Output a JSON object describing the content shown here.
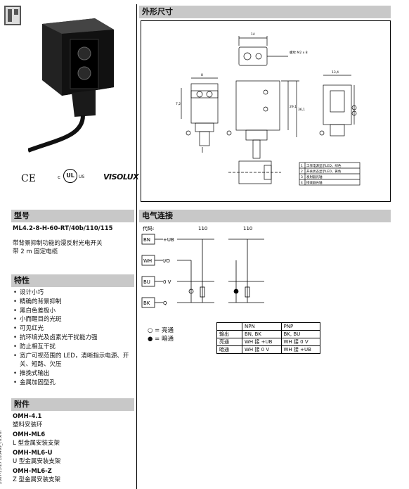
{
  "logos": {
    "ce": "CE",
    "ul": "UL",
    "ul_c": "c",
    "ul_us": "US",
    "visio": "VISOLUX"
  },
  "sections": {
    "dimensions": "外形尺寸",
    "model": "型号",
    "electrical": "电气连接",
    "features": "特性",
    "accessories": "附件"
  },
  "model": {
    "code": "ML4.2-8-H-60-RT/40b/110/115",
    "desc": [
      "带背景抑制功能的漫反射光电开关",
      "带 2 m 固定电缆"
    ]
  },
  "features": [
    "设计小巧",
    "精确的背景抑制",
    "黑白色差极小",
    "小而醒目的光斑",
    "可见红光",
    "抗环境光及卤素光干扰能力强",
    "防止相互干扰",
    "宽广可视范围的 LED，清晰指示电源、开关、短路、欠压",
    "推挽式输出",
    "金属加固型孔"
  ],
  "accessories": [
    {
      "code": "OMH-4.1",
      "desc": "塑料安装环"
    },
    {
      "code": "OMH-ML6",
      "desc": "L 型金属安装支架"
    },
    {
      "code": "OMH-ML6-U",
      "desc": "U 型金属安装支架"
    },
    {
      "code": "OMH-ML6-Z",
      "desc": "Z 型金属安装支架"
    }
  ],
  "side_id": "2007-11-27   183499_cn.xml",
  "drawing": {
    "dim_14": "14",
    "dim_8": "8",
    "dim_13_4": "13,4",
    "dim_7_2": "7,2",
    "dim_29_1": "29,1",
    "dim_36_1": "36,1",
    "thread_note": "螺纹 M2 x 8",
    "legend": [
      {
        "n": "1",
        "t": "工作电源显示LED，绿色"
      },
      {
        "n": "2",
        "t": "开关状态显示LED，黄色"
      },
      {
        "n": "3",
        "t": "发射器光轴"
      },
      {
        "n": "4",
        "t": "接收器光轴"
      }
    ]
  },
  "wiring": {
    "code_label": "代码:",
    "variants": [
      "110",
      "110"
    ],
    "pins": [
      "BN",
      "WH",
      "BU",
      "BK"
    ],
    "signals": [
      "+UB",
      "I/O",
      "0 V",
      "Q"
    ],
    "legend": [
      {
        "sym": "○",
        "text": "= 亮通"
      },
      {
        "sym": "●",
        "text": "= 暗通"
      }
    ]
  },
  "logic_table": {
    "headers": [
      "",
      "NPN",
      "PNP"
    ],
    "rows": [
      [
        "输出",
        "BN, BK",
        "BK, BU"
      ],
      [
        "亮通",
        "WH 接 +UB",
        "WH 接 0 V"
      ],
      [
        "暗通",
        "WH 接 0 V",
        "WH 接 +UB"
      ]
    ]
  }
}
